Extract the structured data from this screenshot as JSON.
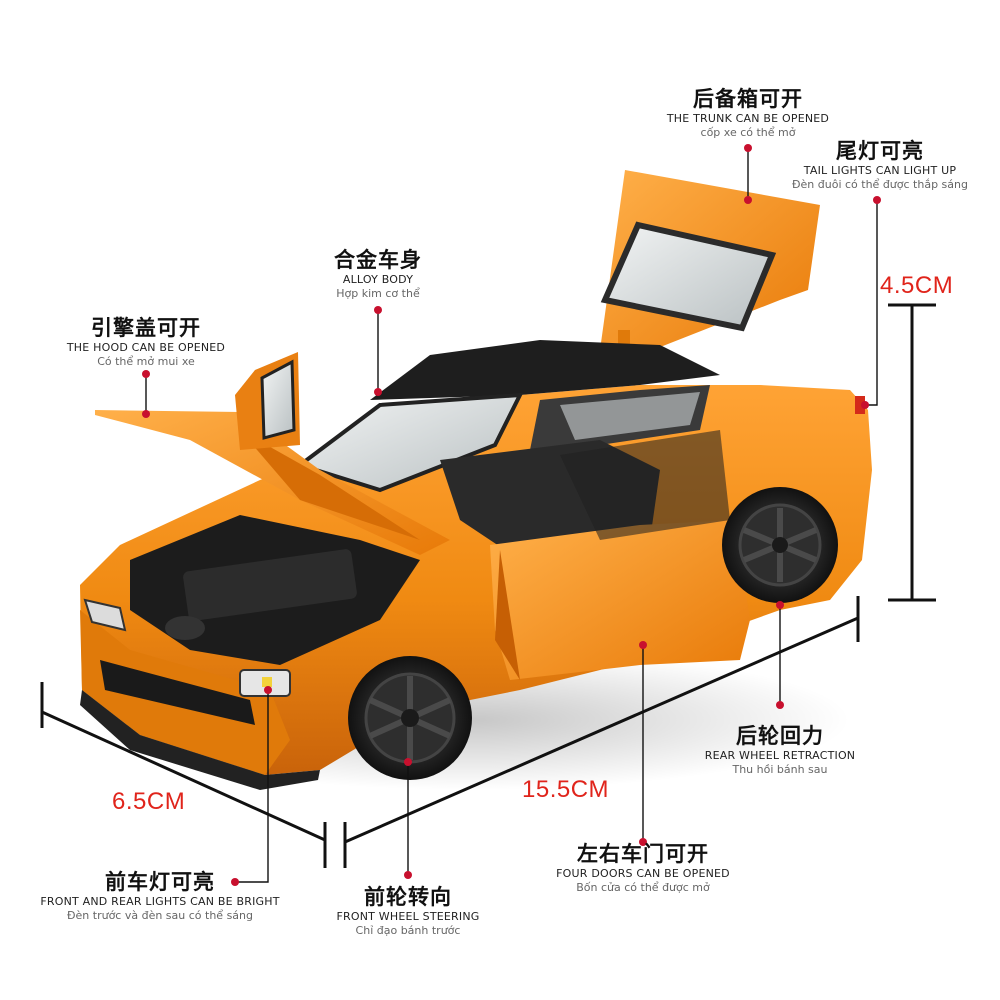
{
  "callouts": {
    "trunk": {
      "zh": "后备箱可开",
      "en": "THE TRUNK CAN BE OPENED",
      "vi": "cốp xe có thể mở"
    },
    "taillights": {
      "zh": "尾灯可亮",
      "en": "TAIL LIGHTS CAN LIGHT UP",
      "vi": "Đèn đuôi có thể được thắp sáng"
    },
    "body": {
      "zh": "合金车身",
      "en": "ALLOY BODY",
      "vi": "Hợp kim cơ thể"
    },
    "hood": {
      "zh": "引擎盖可开",
      "en": "THE HOOD CAN BE OPENED",
      "vi": "Có thể mở mui xe"
    },
    "rear_wheel": {
      "zh": "后轮回力",
      "en": "REAR WHEEL RETRACTION",
      "vi": "Thu hồi bánh sau"
    },
    "doors": {
      "zh": "左右车门可开",
      "en": "FOUR DOORS CAN BE OPENED",
      "vi": "Bốn cửa có thể được mở"
    },
    "front_lights": {
      "zh": "前车灯可亮",
      "en": "FRONT AND REAR LIGHTS CAN BE BRIGHT",
      "vi": "Đèn trước và đèn sau có thể sáng"
    },
    "front_wheel": {
      "zh": "前轮转向",
      "en": "FRONT WHEEL STEERING",
      "vi": "Chỉ đạo bánh trước"
    }
  },
  "dimensions": {
    "height": "4.5CM",
    "width": "6.5CM",
    "length": "15.5CM"
  },
  "colors": {
    "body": "#f0820a",
    "accent_red": "#e0241b",
    "line": "#111111",
    "dot": "#c8102e"
  }
}
